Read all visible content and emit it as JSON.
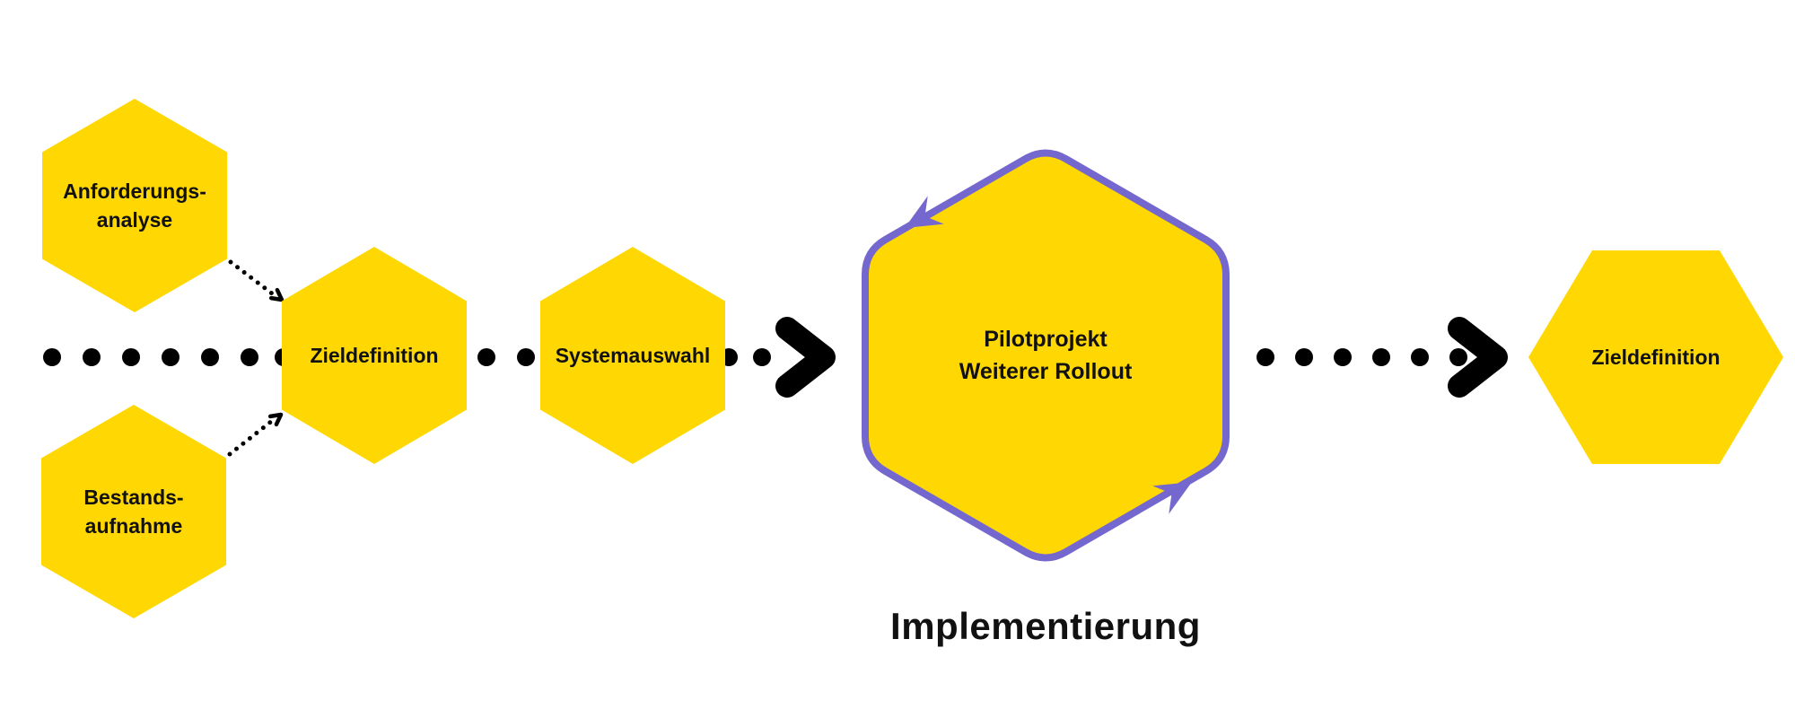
{
  "colors": {
    "background": "#FFFFFF",
    "hexagon_fill": "#FFD703",
    "cycle_border": "#7467CE",
    "connector_black": "#000000",
    "text": "#111111"
  },
  "diagram": {
    "nodes": [
      {
        "id": "anforderungsanalyse",
        "label": "Anforderungs-\nanalyse",
        "shape": "hexagon"
      },
      {
        "id": "bestandsaufnahme",
        "label": "Bestands-\naufnahme",
        "shape": "hexagon"
      },
      {
        "id": "zieldefinition",
        "label": "Zieldefinition",
        "shape": "hexagon"
      },
      {
        "id": "systemauswahl",
        "label": "Systemauswahl",
        "shape": "hexagon"
      },
      {
        "id": "implementierung",
        "label": "Pilotprojekt\nWeiterer Rollout",
        "caption": "Implementierung",
        "shape": "hexagon-cycle"
      },
      {
        "id": "zieldefinition-final",
        "label": "Zieldefinition",
        "shape": "hexagon"
      }
    ],
    "edges": [
      {
        "from": "anforderungsanalyse",
        "to": "zieldefinition",
        "style": "dotted-arrow"
      },
      {
        "from": "bestandsaufnahme",
        "to": "zieldefinition",
        "style": "dotted-arrow"
      },
      {
        "from": "left-edge",
        "to": "zieldefinition",
        "style": "dot-row"
      },
      {
        "from": "zieldefinition",
        "to": "systemauswahl",
        "style": "dot-row"
      },
      {
        "from": "systemauswahl",
        "to": "implementierung",
        "style": "dot-row-chevron"
      },
      {
        "from": "implementierung",
        "to": "zieldefinition-final",
        "style": "dot-row-chevron"
      }
    ]
  }
}
